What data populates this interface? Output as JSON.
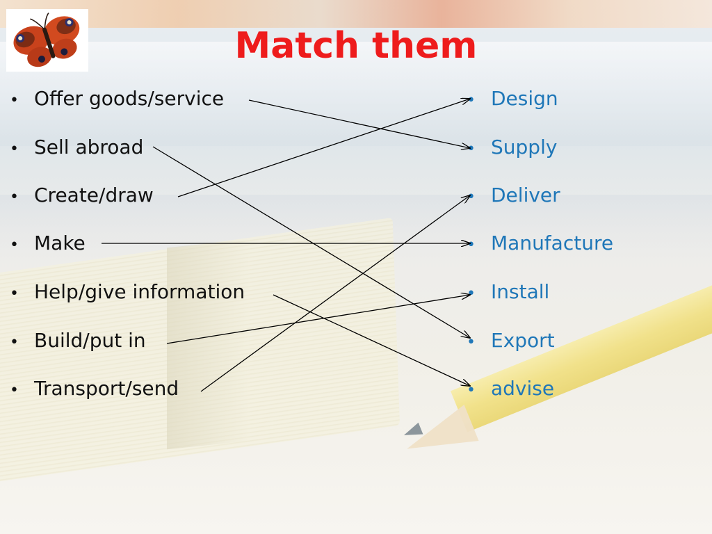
{
  "slide": {
    "title": "Match them",
    "bullet_glyph": "•",
    "logo_icon": "butterfly-icon",
    "colors": {
      "title": "#ee1c1c",
      "left_text": "#111111",
      "right_text": "#1f77b8",
      "lines": "#000000"
    }
  },
  "left_items": [
    "Offer goods/service",
    "Sell abroad",
    "Create/draw",
    "Make",
    "Help/give information",
    "Build/put in",
    "Transport/send"
  ],
  "right_items": [
    "Design",
    "Supply",
    "Deliver",
    "Manufacture",
    "Install",
    "Export",
    "advise"
  ],
  "matches": [
    {
      "left": "Offer goods/service",
      "right": "Supply"
    },
    {
      "left": "Sell abroad",
      "right": "Export"
    },
    {
      "left": "Create/draw",
      "right": "Design"
    },
    {
      "left": "Make",
      "right": "Manufacture"
    },
    {
      "left": "Help/give information",
      "right": "advise"
    },
    {
      "left": "Build/put in",
      "right": "Install"
    },
    {
      "left": "Transport/send",
      "right": "Deliver"
    }
  ]
}
